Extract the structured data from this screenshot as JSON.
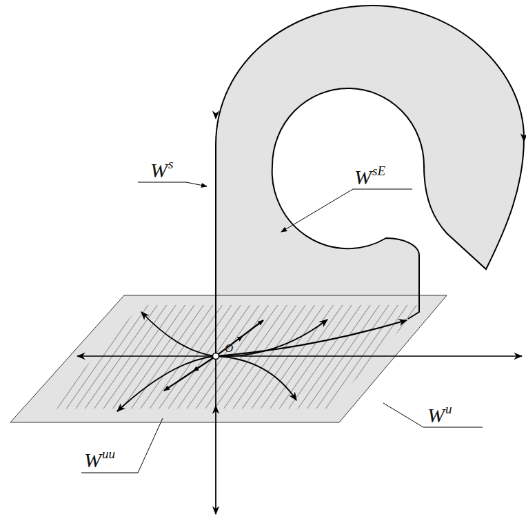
{
  "diagram": {
    "labels": [
      "Ws",
      "WsE",
      "Wu",
      "Wuu",
      "O"
    ]
  }
}
